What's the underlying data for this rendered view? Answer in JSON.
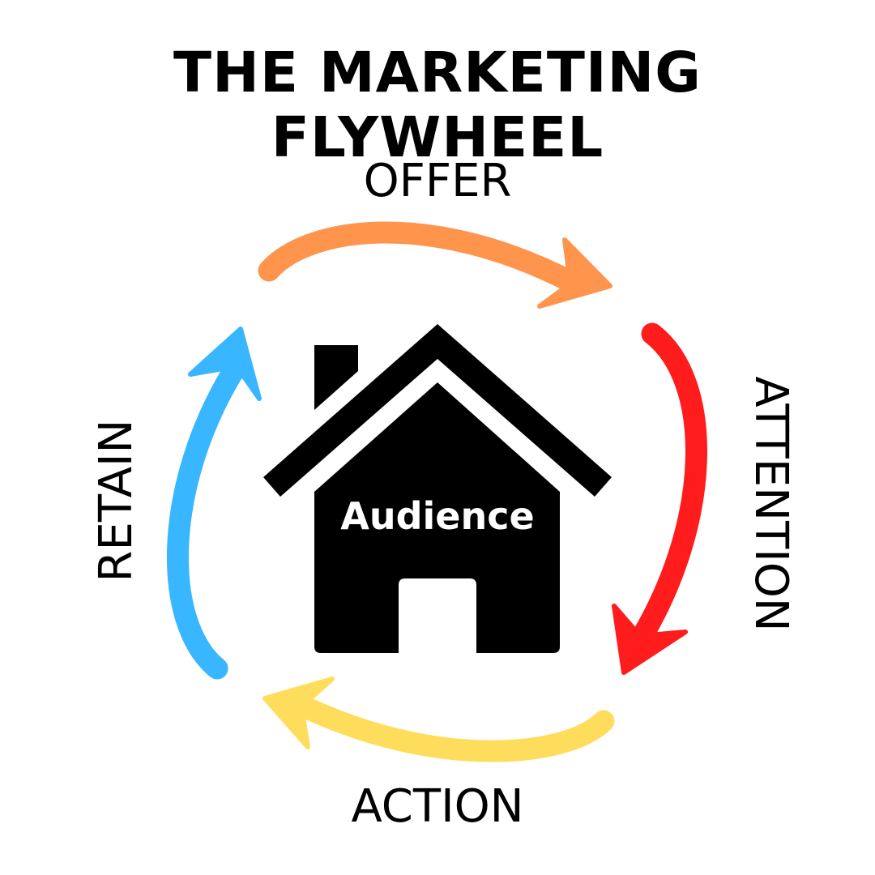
{
  "title": "THE MARKETING FLYWHEEL",
  "center": {
    "label": "Audience",
    "icon": "house-icon"
  },
  "stages": [
    {
      "label": "OFFER",
      "color": "#FF944D"
    },
    {
      "label": "ATTENTION",
      "color": "#FF1C1C"
    },
    {
      "label": "ACTION",
      "color": "#FFDD5C"
    },
    {
      "label": "RETAIN",
      "color": "#38B6FF"
    }
  ]
}
